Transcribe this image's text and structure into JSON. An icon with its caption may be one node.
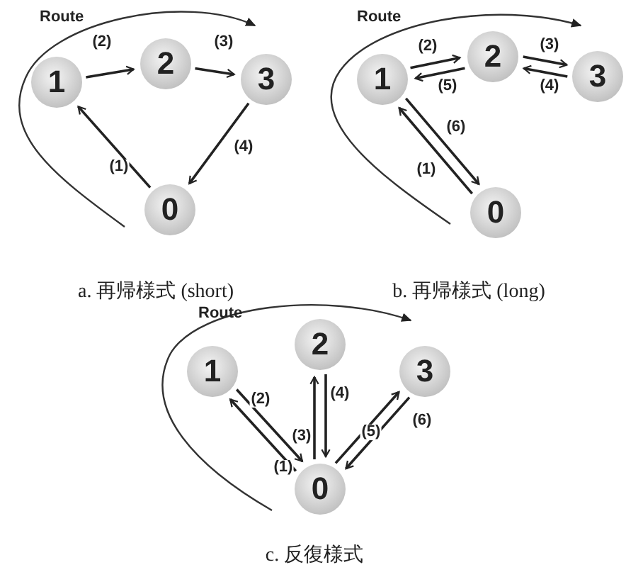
{
  "diagram": {
    "nodes": [
      {
        "text": [
          "1"
        ]
      },
      {
        "text": [
          "2"
        ]
      },
      {
        "text": [
          "3"
        ]
      },
      {
        "text": [
          "0"
        ]
      },
      {
        "text": [
          "1"
        ]
      },
      {
        "text": [
          "2"
        ]
      },
      {
        "text": [
          "3"
        ]
      },
      {
        "text": [
          "0"
        ]
      },
      {
        "text": [
          "1"
        ]
      },
      {
        "text": [
          "2"
        ]
      },
      {
        "text": [
          "3"
        ]
      },
      {
        "text": [
          "0"
        ]
      }
    ],
    "edges": [
      {
        "from": 3,
        "to": 0,
        "arrow": "to",
        "label": "(1)"
      },
      {
        "from": 0,
        "to": 1,
        "arrow": "to",
        "label": "(2)"
      },
      {
        "from": 1,
        "to": 2,
        "arrow": "to",
        "label": "(3)"
      },
      {
        "from": 2,
        "to": 3,
        "arrow": "to",
        "label": "(4)"
      },
      {
        "from": 7,
        "to": 4,
        "arrow": "to",
        "label": "(1)"
      },
      {
        "from": 4,
        "to": 5,
        "arrow": "to",
        "label": "(2)"
      },
      {
        "from": 5,
        "to": 6,
        "arrow": "to",
        "label": "(3)"
      },
      {
        "from": 6,
        "to": 5,
        "arrow": "to",
        "label": "(4)"
      },
      {
        "from": 5,
        "to": 4,
        "arrow": "to",
        "label": "(5)"
      },
      {
        "from": 4,
        "to": 7,
        "arrow": "to",
        "label": "(6)"
      },
      {
        "from": 11,
        "to": 8,
        "arrow": "to",
        "label": "(1)"
      },
      {
        "from": 8,
        "to": 11,
        "arrow": "to",
        "label": "(2)"
      },
      {
        "from": 11,
        "to": 9,
        "arrow": "to",
        "label": "(3)"
      },
      {
        "from": 9,
        "to": 11,
        "arrow": "to",
        "label": "(4)"
      },
      {
        "from": 11,
        "to": 10,
        "arrow": "to",
        "label": "(5)"
      },
      {
        "from": 10,
        "to": 11,
        "arrow": "to",
        "label": "(6)"
      }
    ],
    "labels": [
      "Route",
      "a. 再帰様式 (short)",
      "Route",
      "b. 再帰様式 (long)",
      "Route",
      "c. 反復様式"
    ]
  }
}
